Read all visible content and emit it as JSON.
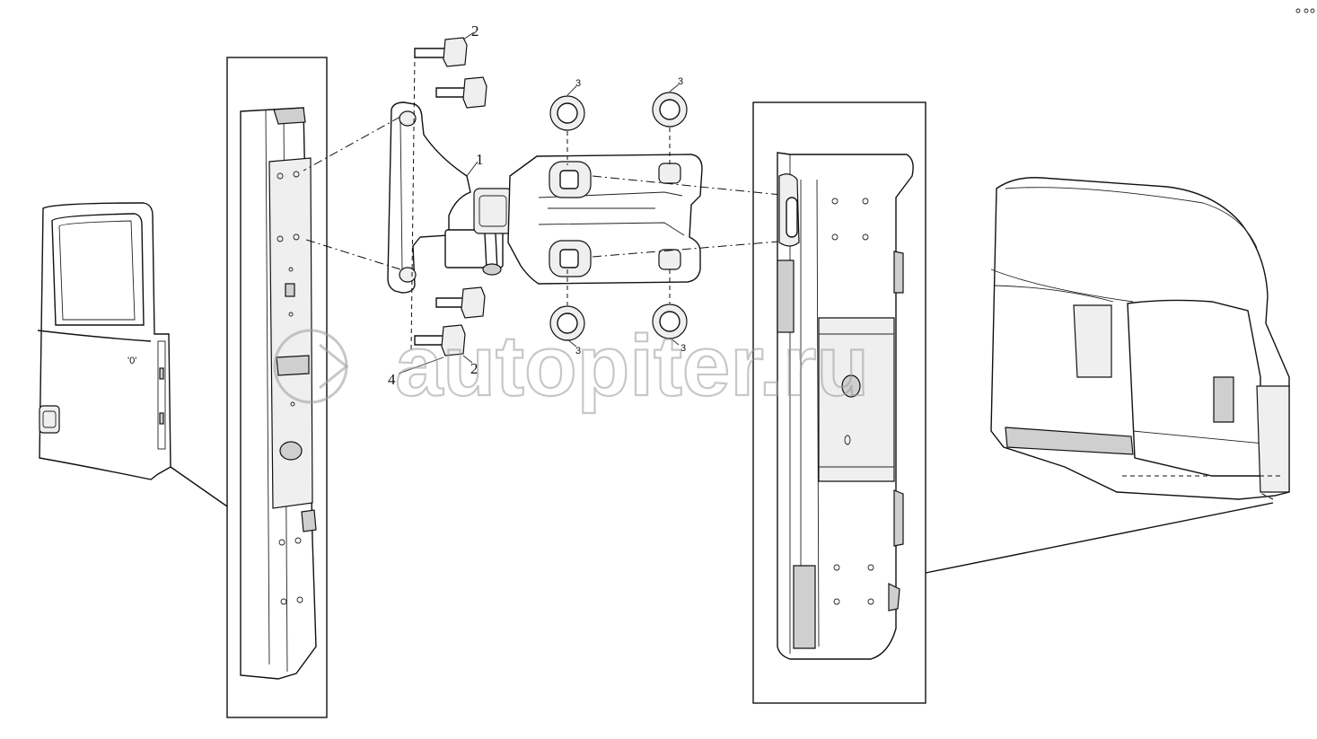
{
  "diagram": {
    "callouts": [
      {
        "id": "bolt-top",
        "label": "2"
      },
      {
        "id": "hinge",
        "label": "1"
      },
      {
        "id": "nut-top-left",
        "label": "3"
      },
      {
        "id": "nut-top-right",
        "label": "3"
      },
      {
        "id": "nut-bottom-left",
        "label": "3"
      },
      {
        "id": "nut-bottom-right",
        "label": "3"
      },
      {
        "id": "washer",
        "label": "4"
      },
      {
        "id": "bolt-bottom",
        "label": "2"
      }
    ]
  },
  "watermark": {
    "text": "autopiter.ru"
  },
  "colors": {
    "line": "#111111",
    "watermark": "#9a9a9a",
    "background": "#ffffff"
  }
}
